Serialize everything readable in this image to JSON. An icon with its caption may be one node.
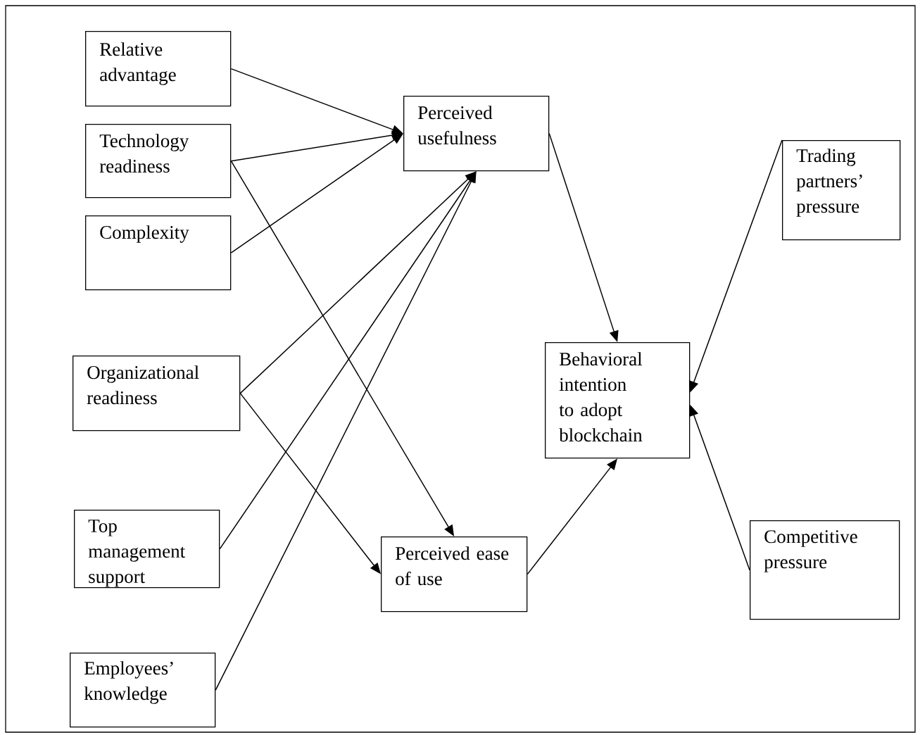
{
  "diagram": {
    "nodes": [
      {
        "text": [
          "Relative advantage"
        ]
      },
      {
        "text": [
          "Technology readiness"
        ]
      },
      {
        "text": [
          "Complexity"
        ]
      },
      {
        "text": [
          "Perceived usefulness"
        ]
      },
      {
        "text": [
          "Organizational readiness"
        ]
      },
      {
        "text": [
          "Top management support"
        ]
      },
      {
        "text": [
          "Employees’ knowledge"
        ]
      },
      {
        "text": [
          "Perceived ease of use"
        ]
      },
      {
        "text": [
          "Behavioral intention to adopt blockchain"
        ]
      },
      {
        "text": [
          "Trading partners’ pressure"
        ]
      },
      {
        "text": [
          "Competitive pressure"
        ]
      }
    ],
    "edges": [
      {
        "from": 0,
        "to": 3,
        "arrow": "to"
      },
      {
        "from": 1,
        "to": 3,
        "arrow": "to"
      },
      {
        "from": 2,
        "to": 3,
        "arrow": "to"
      },
      {
        "from": 4,
        "to": 3,
        "arrow": "to"
      },
      {
        "from": 5,
        "to": 3,
        "arrow": "to"
      },
      {
        "from": 6,
        "to": 3,
        "arrow": "to"
      },
      {
        "from": 1,
        "to": 7,
        "arrow": "to"
      },
      {
        "from": 4,
        "to": 7,
        "arrow": "to"
      },
      {
        "from": 3,
        "to": 8,
        "arrow": "to"
      },
      {
        "from": 7,
        "to": 8,
        "arrow": "to"
      },
      {
        "from": 9,
        "to": 8,
        "arrow": "to"
      },
      {
        "from": 10,
        "to": 8,
        "arrow": "to"
      }
    ]
  }
}
